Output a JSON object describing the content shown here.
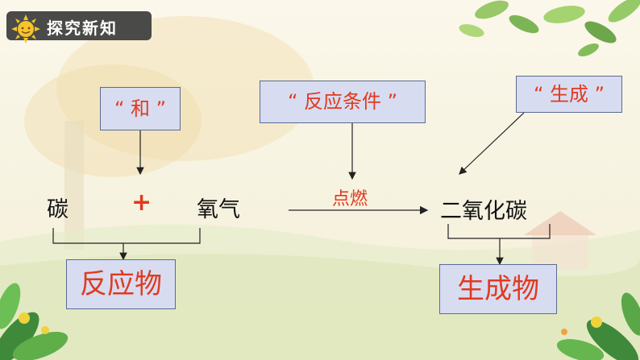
{
  "header": {
    "title": "探究新知",
    "icon": "sun-icon"
  },
  "labels": {
    "he": "“ 和 ”",
    "condition": "“ 反应条件 ”",
    "produce": "“ 生成 ”",
    "carbon": "碳",
    "plus": "+",
    "oxygen": "氧气",
    "ignite": "点燃",
    "co2": "二氧化碳",
    "reactants": "反应物",
    "products": "生成物"
  },
  "colors": {
    "accent": "#e03a20",
    "box_fill": "#d8dcf0",
    "box_border": "#5b6b93",
    "header_bg": "#4a4a48"
  }
}
